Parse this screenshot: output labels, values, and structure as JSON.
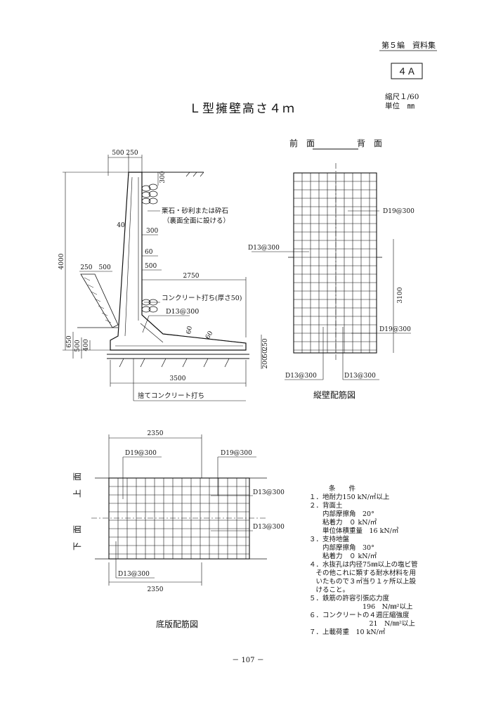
{
  "header": {
    "section": "第５編　資料集",
    "sheet_no": "４Ａ"
  },
  "title": "Ｌ型擁壁高さ４ｍ",
  "scale": {
    "scale_label": "縮尺１/60",
    "unit_label": "単位　㎜"
  },
  "section_view": {
    "dims": {
      "top_widths": "500 250",
      "top_cover": "300",
      "wall_height": "4000",
      "wall_offset_300": "300",
      "wall_offset_60": "60",
      "wall_offset_500": "500",
      "batter": "40",
      "toe_widths": "250　500",
      "heel_length": "2750",
      "left_650": "650",
      "left_500": "500",
      "left_400": "400",
      "haunch_60": "60",
      "slope_60": "60",
      "right_250": "250",
      "right_50": "50",
      "right_200": "200",
      "base_width": "3500"
    },
    "notes": {
      "gravel_line1": "栗石・砂利または砕石",
      "gravel_line2": "（裏面全面に設ける）",
      "concrete_cap": "コンクリート打ち(厚さ50)",
      "rebar_d13": "D13@300",
      "blinding": "捨てコンクリート打ち"
    }
  },
  "wall_rebar": {
    "front_label": "前　面",
    "back_label": "背　面",
    "d19_top": "D19@300",
    "d13_left": "D13@300",
    "dim_3100": "3100",
    "d19_bottom": "D19@300",
    "d13_bottom_left": "D13@300",
    "d13_bottom_right": "D13@300",
    "caption": "縦壁配筋図"
  },
  "base_rebar": {
    "dim_top": "2350",
    "d19_left": "D19@300",
    "d19_right": "D19@300",
    "d13_right_top": "D13@300",
    "d13_right_mid": "D13@300",
    "d13_bottom": "D13@300",
    "dim_bottom": "2350",
    "upper_side_label": "上　面",
    "lower_side_label": "下　面",
    "caption": "底版配筋図"
  },
  "conditions": {
    "heading": "条　　件",
    "lines": [
      "１．地耐力150 kN/㎡以上",
      "２．背面土",
      "　　内部摩擦角　20°",
      "　　粘着力　０ kN/㎡",
      "　　単位体積重量　16 kN/㎥",
      "３．支持地盤",
      "　　内部摩擦角　30°",
      "　　粘着力　０ kN/㎡",
      "４．水抜孔は内径75㎜以上の塩ビ管",
      "　その他これに類する耐水材料を用",
      "　いたもので３㎡当り１ヶ所以上設",
      "　けること。",
      "５．鉄筋の許容引張応力度",
      "　　　　　　　　196　N/㎜²以上",
      "６．コンクリートの４週圧縮強度",
      "　　　　　　　　　21　N/㎜²以上",
      "７．上載荷重　10 kN/㎡"
    ]
  },
  "footer": {
    "page": "－ 107 －"
  }
}
